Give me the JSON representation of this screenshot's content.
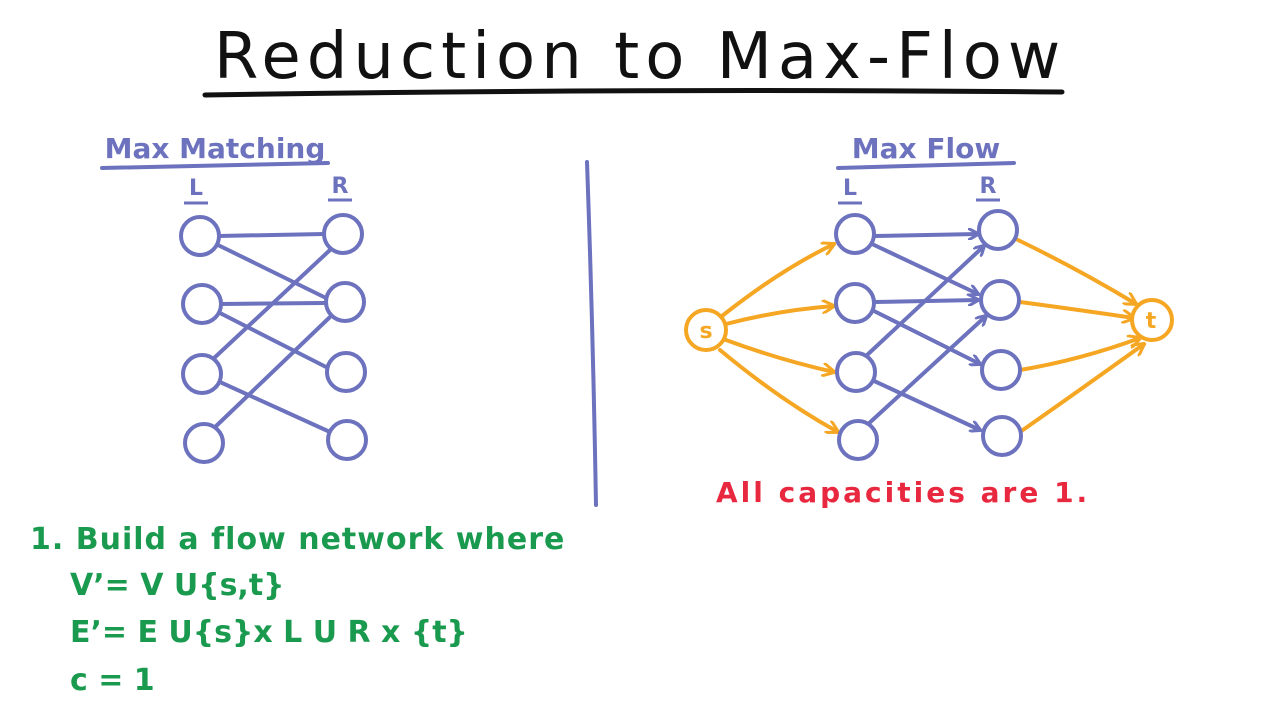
{
  "title": "Reduction to Max-Flow",
  "left_panel": {
    "heading": "Max Matching",
    "col_left": "L",
    "col_right": "R"
  },
  "right_panel": {
    "heading": "Max Flow",
    "col_left": "L",
    "col_right": "R",
    "source_label": "s",
    "sink_label": "t",
    "note": "All capacities are 1."
  },
  "steps": {
    "line1": "1. Build a flow network where",
    "line2": "V’= V U{s,t}",
    "line3": "E’= E U{s}x L U R x {t}",
    "line4": "c = 1"
  },
  "colors": {
    "ink": "#111111",
    "graph": "#6c72bd",
    "flow": "#f5a623",
    "note": "#e8283f",
    "steps": "#1a9a4e"
  }
}
